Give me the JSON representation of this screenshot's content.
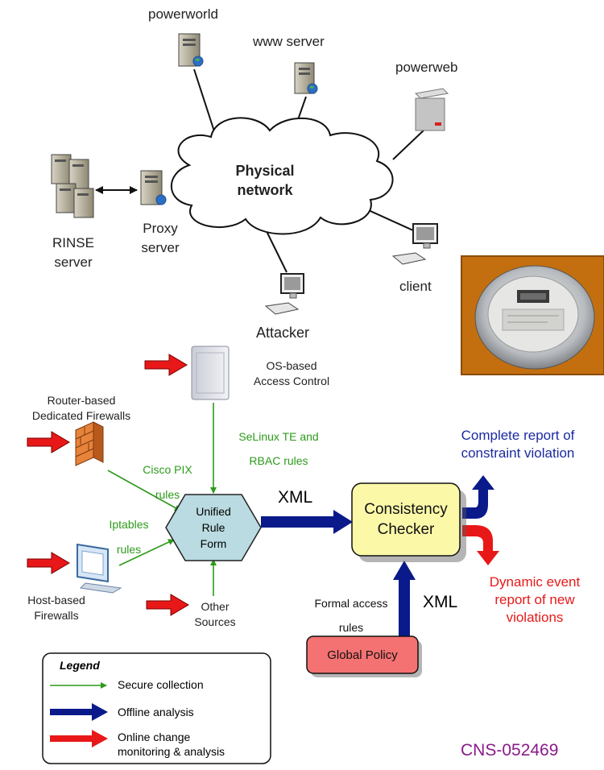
{
  "network": {
    "cloud_line1": "Physical",
    "cloud_line2": "network",
    "powerworld": "powerworld",
    "www_server": "www server",
    "powerweb": "powerweb",
    "rinse_line1": "RINSE",
    "rinse_line2": "server",
    "proxy_line1": "Proxy",
    "proxy_line2": "server",
    "client": "client",
    "attacker": "Attacker"
  },
  "sources": {
    "os_line1": "OS-based",
    "os_line2": "Access Control",
    "router_line1": "Router-based",
    "router_line2": "Dedicated Firewalls",
    "host_line1": "Host-based",
    "host_line2": "Firewalls",
    "other_line1": "Other",
    "other_line2": "Sources"
  },
  "rules": {
    "selinux_line1": "SeLinux TE and",
    "selinux_line2": "RBAC rules",
    "cisco_line1": "Cisco PIX",
    "cisco_line2": "rules",
    "iptables_line1": "Iptables",
    "iptables_line2": "rules",
    "formal_line1": "Formal access",
    "formal_line2": "rules"
  },
  "core": {
    "unified_line1": "Unified",
    "unified_line2": "Rule",
    "unified_line3": "Form",
    "xml_top": "XML",
    "xml_bottom": "XML",
    "checker_line1": "Consistency",
    "checker_line2": "Checker",
    "global_policy": "Global Policy"
  },
  "outputs": {
    "complete_line1": "Complete report of",
    "complete_line2": "constraint violation",
    "dynamic_line1": "Dynamic event",
    "dynamic_line2": "report of new",
    "dynamic_line3": "violations"
  },
  "legend": {
    "title": "Legend",
    "secure": "Secure collection",
    "offline": "Offline analysis",
    "online_line1": "Online change",
    "online_line2": "monitoring & analysis"
  },
  "grant": "CNS-052469",
  "colors": {
    "secure": "#2e9a1c",
    "offline": "#0a1a8a",
    "online": "#e81818",
    "checker_fill": "#fbf8a8",
    "policy_fill": "#f47272",
    "hexagon_fill": "#b9dbe1",
    "blue_text": "#1a2aa0",
    "red_text": "#e81818",
    "grant_text": "#8a1a8a"
  }
}
